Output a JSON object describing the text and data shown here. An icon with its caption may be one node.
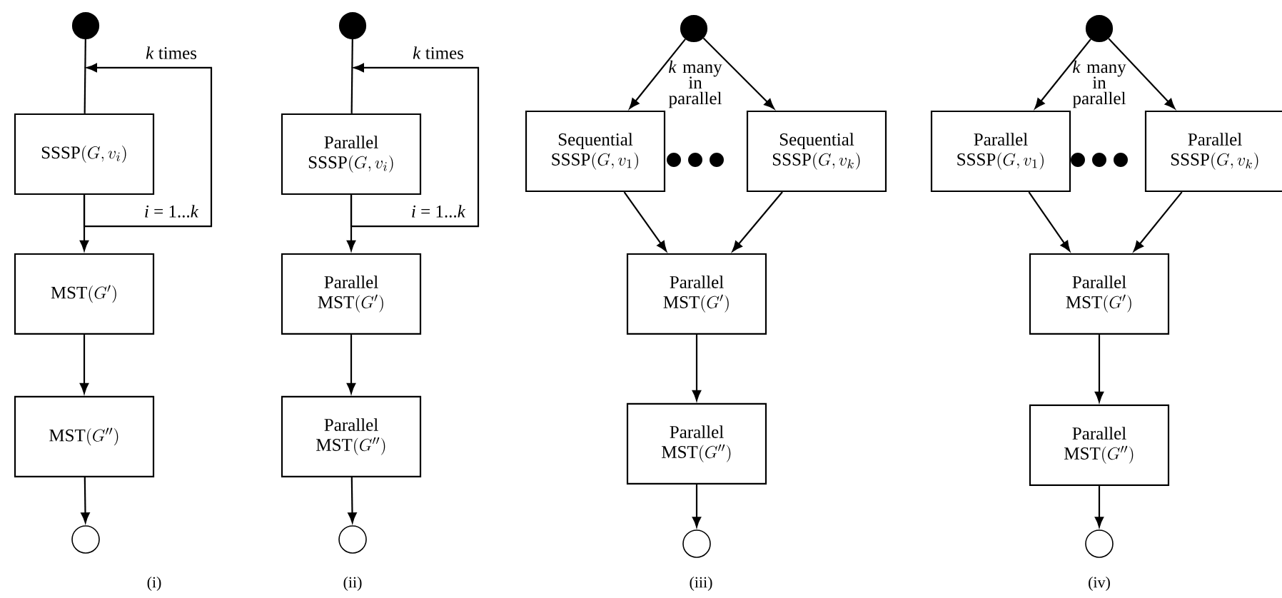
{
  "diagram": {
    "nodes": [
      {
        "text": [],
        "shape": "circle"
      },
      {
        "text": [
          "\\mathrm{SSSP}(G, v_i)"
        ]
      },
      {
        "text": [
          "\\mathrm{MST}(G')"
        ]
      },
      {
        "text": [
          "\\mathrm{MST}(G'')"
        ]
      },
      {
        "text": [],
        "shape": "circle"
      },
      {
        "text": [],
        "shape": "circle"
      },
      {
        "text": [
          "Parallel",
          "\\mathrm{SSSP}(G, v_i)"
        ]
      },
      {
        "text": [
          "Parallel",
          "\\mathrm{MST}(G')"
        ]
      },
      {
        "text": [
          "Parallel",
          "\\mathrm{MST}(G'')"
        ]
      },
      {
        "text": [],
        "shape": "circle"
      },
      {
        "text": [],
        "shape": "circle"
      },
      {
        "text": [
          "Sequential",
          "\\mathrm{SSSP}(G, v_1)"
        ]
      },
      {
        "text": [
          "Sequential",
          "\\mathrm{SSSP}(G, v_k)"
        ]
      },
      {
        "text": [
          "Parallel",
          "\\mathrm{MST}(G')"
        ]
      },
      {
        "text": [
          "Parallel",
          "\\mathrm{MST}(G'')"
        ]
      },
      {
        "text": [],
        "shape": "circle"
      },
      {
        "text": [],
        "shape": "circle"
      },
      {
        "text": [
          "Parallel",
          "\\mathrm{SSSP}(G, v_1)"
        ]
      },
      {
        "text": [
          "Parallel",
          "\\mathrm{SSSP}(G, v_k)"
        ]
      },
      {
        "text": [
          "Parallel",
          "\\mathrm{MST}(G')"
        ]
      },
      {
        "text": [
          "Parallel",
          "\\mathrm{MST}(G'')"
        ]
      },
      {
        "text": [],
        "shape": "circle"
      }
    ],
    "edges": [
      {
        "from": 0,
        "to": 1,
        "arrow": "none"
      },
      {
        "from": 1,
        "to": null,
        "arrow": "to",
        "label": "*k* times"
      },
      {
        "from": 1,
        "to": 2,
        "arrow": "to"
      },
      {
        "from": 2,
        "to": 3,
        "arrow": "to"
      },
      {
        "from": 3,
        "to": 4,
        "arrow": "to"
      },
      {
        "from": 5,
        "to": 6,
        "arrow": "none"
      },
      {
        "from": 6,
        "to": null,
        "arrow": "to",
        "label": "*k* times"
      },
      {
        "from": 6,
        "to": 7,
        "arrow": "to"
      },
      {
        "from": 7,
        "to": 8,
        "arrow": "to"
      },
      {
        "from": 8,
        "to": 9,
        "arrow": "to"
      },
      {
        "from": 10,
        "to": 11,
        "arrow": "to"
      },
      {
        "from": 10,
        "to": 12,
        "arrow": "to"
      },
      {
        "from": 11,
        "to": 13,
        "arrow": "to"
      },
      {
        "from": 12,
        "to": 13,
        "arrow": "to"
      },
      {
        "from": 13,
        "to": 14,
        "arrow": "to"
      },
      {
        "from": 14,
        "to": 15,
        "arrow": "to"
      },
      {
        "from": 16,
        "to": 17,
        "arrow": "to"
      },
      {
        "from": 16,
        "to": 18,
        "arrow": "to"
      },
      {
        "from": 17,
        "to": 19,
        "arrow": "to"
      },
      {
        "from": 18,
        "to": 19,
        "arrow": "to"
      },
      {
        "from": 19,
        "to": 20,
        "arrow": "to"
      },
      {
        "from": 20,
        "to": 21,
        "arrow": "to"
      }
    ],
    "labels": [
      "*i* = 1...*k*",
      "*i* = 1...*k*",
      "*k* many in parallel",
      "*k* many in parallel",
      "(i)",
      "(ii)",
      "(iii)",
      "(iv)"
    ]
  }
}
